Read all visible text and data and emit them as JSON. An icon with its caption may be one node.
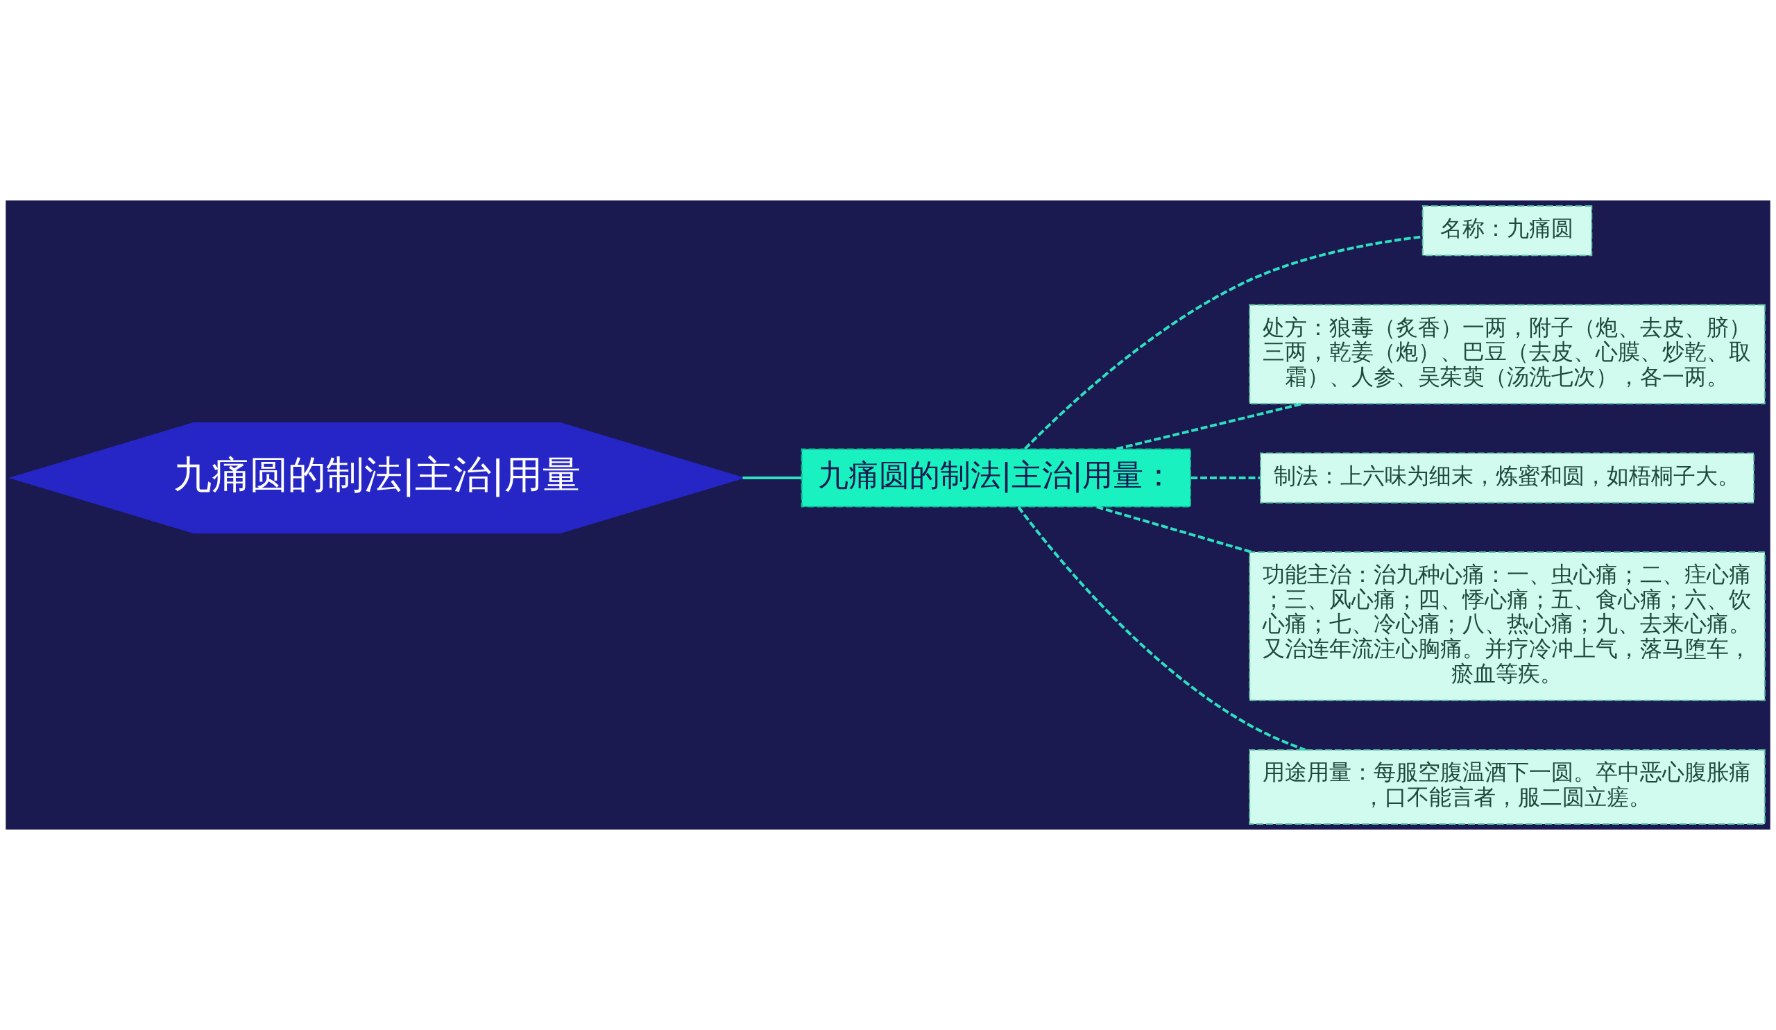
{
  "diagram": {
    "nodes": [
      {
        "text": [
          "九痛圆的制法|主治|用量"
        ]
      },
      {
        "text": [
          "九痛圆的制法|主治|用量："
        ]
      },
      {
        "text": [
          "名称：九痛圆"
        ]
      },
      {
        "text": [
          "处方：狼毒（炙香）一两，附子（炮、去皮、脐）三两，乾姜（炮）、巴豆（去皮、心膜、炒乾、取霜）、人参、吴茱萸（汤洗七次），各一两。"
        ]
      },
      {
        "text": [
          "制法：上六味为细末，炼蜜和圆，如梧桐子大。"
        ]
      },
      {
        "text": [
          "功能主治：治九种心痛：一、虫心痛；二、疰心痛；三、风心痛；四、悸心痛；五、食心痛；六、饮心痛；七、冷心痛；八、热心痛；九、去来心痛。又治连年流注心胸痛。并疗冷冲上气，落马堕车，瘀血等疾。"
        ]
      },
      {
        "text": [
          "用途用量：每服空腹温酒下一圆。卒中恶心腹胀痛，口不能言者，服二圆立瘥。"
        ]
      }
    ],
    "edges": [
      {
        "from": 0,
        "to": 1,
        "arrow": "none"
      },
      {
        "from": 1,
        "to": 2,
        "arrow": "none",
        "style": "dashed"
      },
      {
        "from": 1,
        "to": 3,
        "arrow": "none",
        "style": "dashed"
      },
      {
        "from": 1,
        "to": 4,
        "arrow": "none",
        "style": "dashed"
      },
      {
        "from": 1,
        "to": 5,
        "arrow": "none",
        "style": "dashed"
      },
      {
        "from": 1,
        "to": 6,
        "arrow": "none",
        "style": "dashed"
      }
    ]
  }
}
